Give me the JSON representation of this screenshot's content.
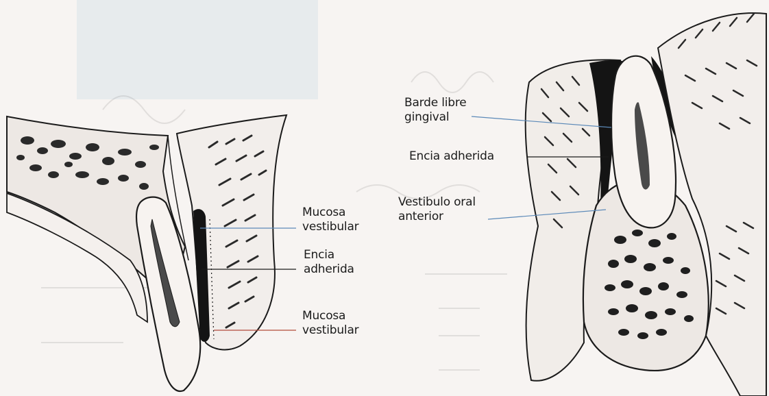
{
  "figure": {
    "colors": {
      "paper": "#f7f4f2",
      "ink": "#1b1b1b",
      "bone_fill": "#ede8e4",
      "vestibule_dark": "#141414",
      "ghost_box": "#dbe4ea",
      "leader_blue": "#5b89b8",
      "leader_red": "#b34a3a"
    },
    "labels": {
      "mucosa_vestibular_1_line1": "Mucosa",
      "mucosa_vestibular_1_line2": "vestibular",
      "encia_adherida_1_line1": "Encia",
      "encia_adherida_1_line2": "adherida",
      "mucosa_vestibular_2_line1": "Mucosa",
      "mucosa_vestibular_2_line2": "vestibular",
      "borde_libre_line1": "Barde libre",
      "borde_libre_line2": "gingival",
      "encia_adherida_2": "Encia adherida",
      "vestibulo_line1": "Vestibulo oral",
      "vestibulo_line2": "anterior"
    }
  }
}
